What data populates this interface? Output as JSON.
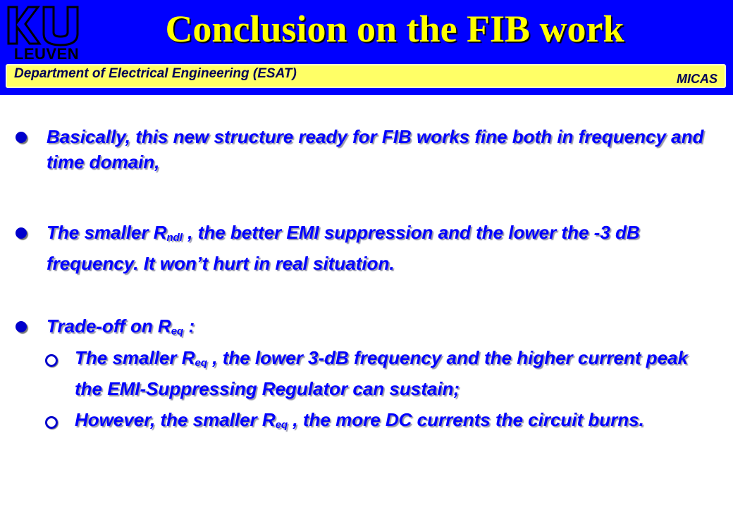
{
  "header": {
    "logo_text": "LEUVEN",
    "title": "Conclusion on the FIB work",
    "department": "Department of Electrical Engineering (ESAT)",
    "group": "MICAS"
  },
  "bullets": {
    "b1": "Basically, this new structure ready for FIB works fine both in frequency and time domain,",
    "b2_pre": "The smaller R",
    "b2_sub": "ndl",
    "b2_post": " , the better EMI suppression and the lower the -3 dB frequency. It won’t hurt in real situation.",
    "b3_pre": "Trade-off on R",
    "b3_sub": "eq",
    "b3_post": " :",
    "s1_pre": "The smaller R",
    "s1_sub": "eq",
    "s1_post": " , the lower 3-dB frequency and the higher current peak the EMI-Suppressing Regulator can sustain;",
    "s2_pre": "However, the smaller R",
    "s2_sub": "eq",
    "s2_post": " , the more DC currents the circuit burns."
  },
  "colors": {
    "header_bg": "#0000ff",
    "title": "#ffff00",
    "dept_bar": "#ffff66",
    "body_text": "#0000ff"
  }
}
